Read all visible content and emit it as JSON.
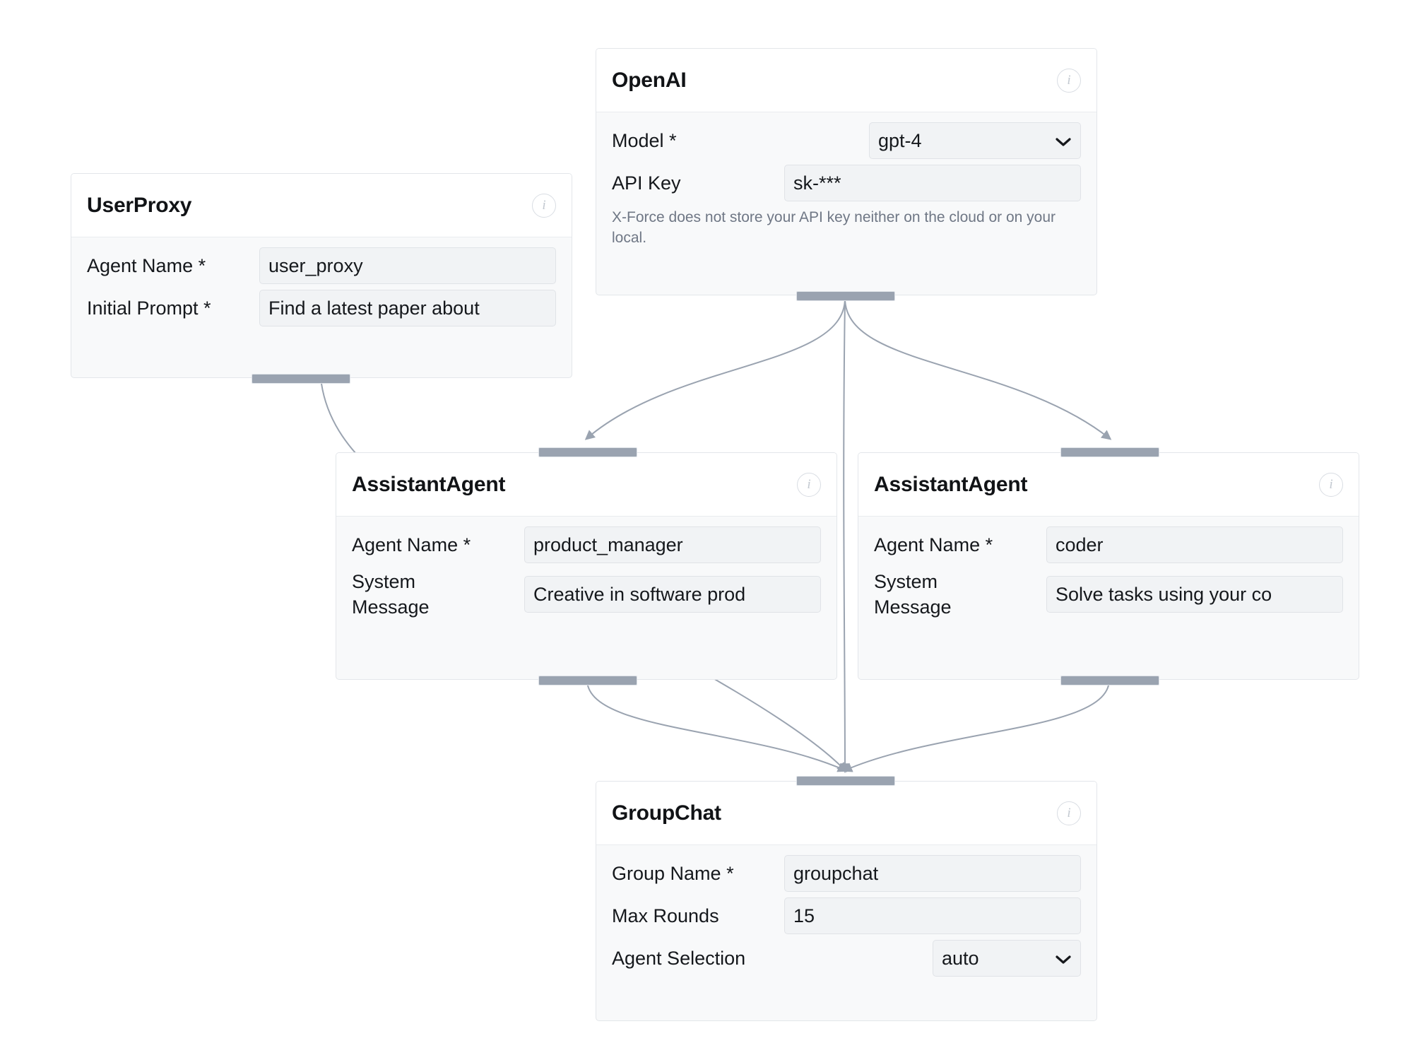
{
  "app": {
    "canvas_name": "agent-workflow-canvas",
    "background": "#ffffff",
    "accent_handle_color": "#9aa3b0",
    "node_body_color": "#f8f9fa",
    "node_header_color": "#ffffff",
    "input_color": "#f1f3f5",
    "edge_color": "#9aa3b0"
  },
  "nodes": {
    "userproxy": {
      "title": "UserProxy",
      "info_icon": "info-icon",
      "fields": [
        {
          "label": "Agent Name *",
          "value": "user_proxy",
          "type": "text"
        },
        {
          "label": "Initial Prompt *",
          "value": "Find a latest paper about",
          "type": "text"
        }
      ]
    },
    "openai": {
      "title": "OpenAI",
      "info_icon": "info-icon",
      "fields": [
        {
          "label": "Model *",
          "value": "gpt-4",
          "type": "select"
        },
        {
          "label": "API Key",
          "value": "sk-***",
          "type": "text"
        }
      ],
      "helper_text": "X-Force does not store your API key neither on the cloud or on your local."
    },
    "assistant_left": {
      "title": "AssistantAgent",
      "info_icon": "info-icon",
      "fields": [
        {
          "label": "Agent Name *",
          "value": "product_manager",
          "type": "text"
        },
        {
          "label": "System\nMessage",
          "value": "Creative in software prod",
          "type": "text"
        }
      ]
    },
    "assistant_right": {
      "title": "AssistantAgent",
      "info_icon": "info-icon",
      "fields": [
        {
          "label": "Agent Name *",
          "value": "coder",
          "type": "text"
        },
        {
          "label": "System\nMessage",
          "value": "Solve tasks using your co",
          "type": "text"
        }
      ]
    },
    "groupchat": {
      "title": "GroupChat",
      "info_icon": "info-icon",
      "fields": [
        {
          "label": "Group Name *",
          "value": "groupchat",
          "type": "text"
        },
        {
          "label": "Max Rounds",
          "value": "15",
          "type": "text"
        },
        {
          "label": "Agent Selection",
          "value": "auto",
          "type": "select"
        }
      ]
    }
  }
}
